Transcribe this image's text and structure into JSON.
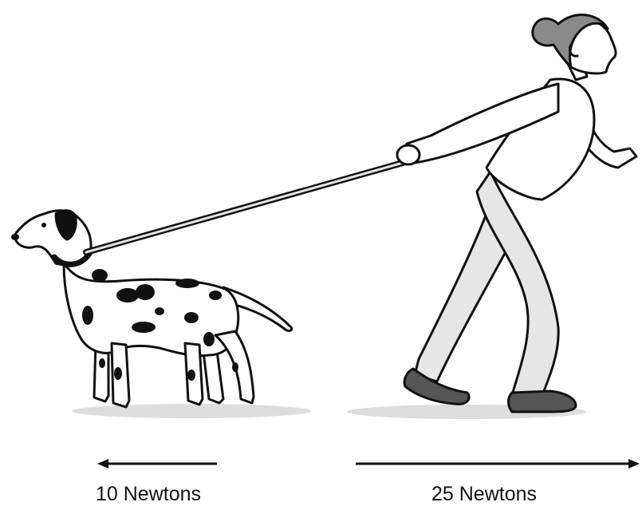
{
  "forces": {
    "left": {
      "label": "10 Newtons",
      "value": 10,
      "unit": "Newtons",
      "direction": "left"
    },
    "right": {
      "label": "25 Newtons",
      "value": 25,
      "unit": "Newtons",
      "direction": "right"
    }
  },
  "colors": {
    "ink": "#111111",
    "background": "#ffffff",
    "clothing": "#e6e6e6",
    "shoes": "#555555",
    "hair": "#8a8a8a",
    "spots": "#111111",
    "ground_shadow": "#dddddd"
  }
}
